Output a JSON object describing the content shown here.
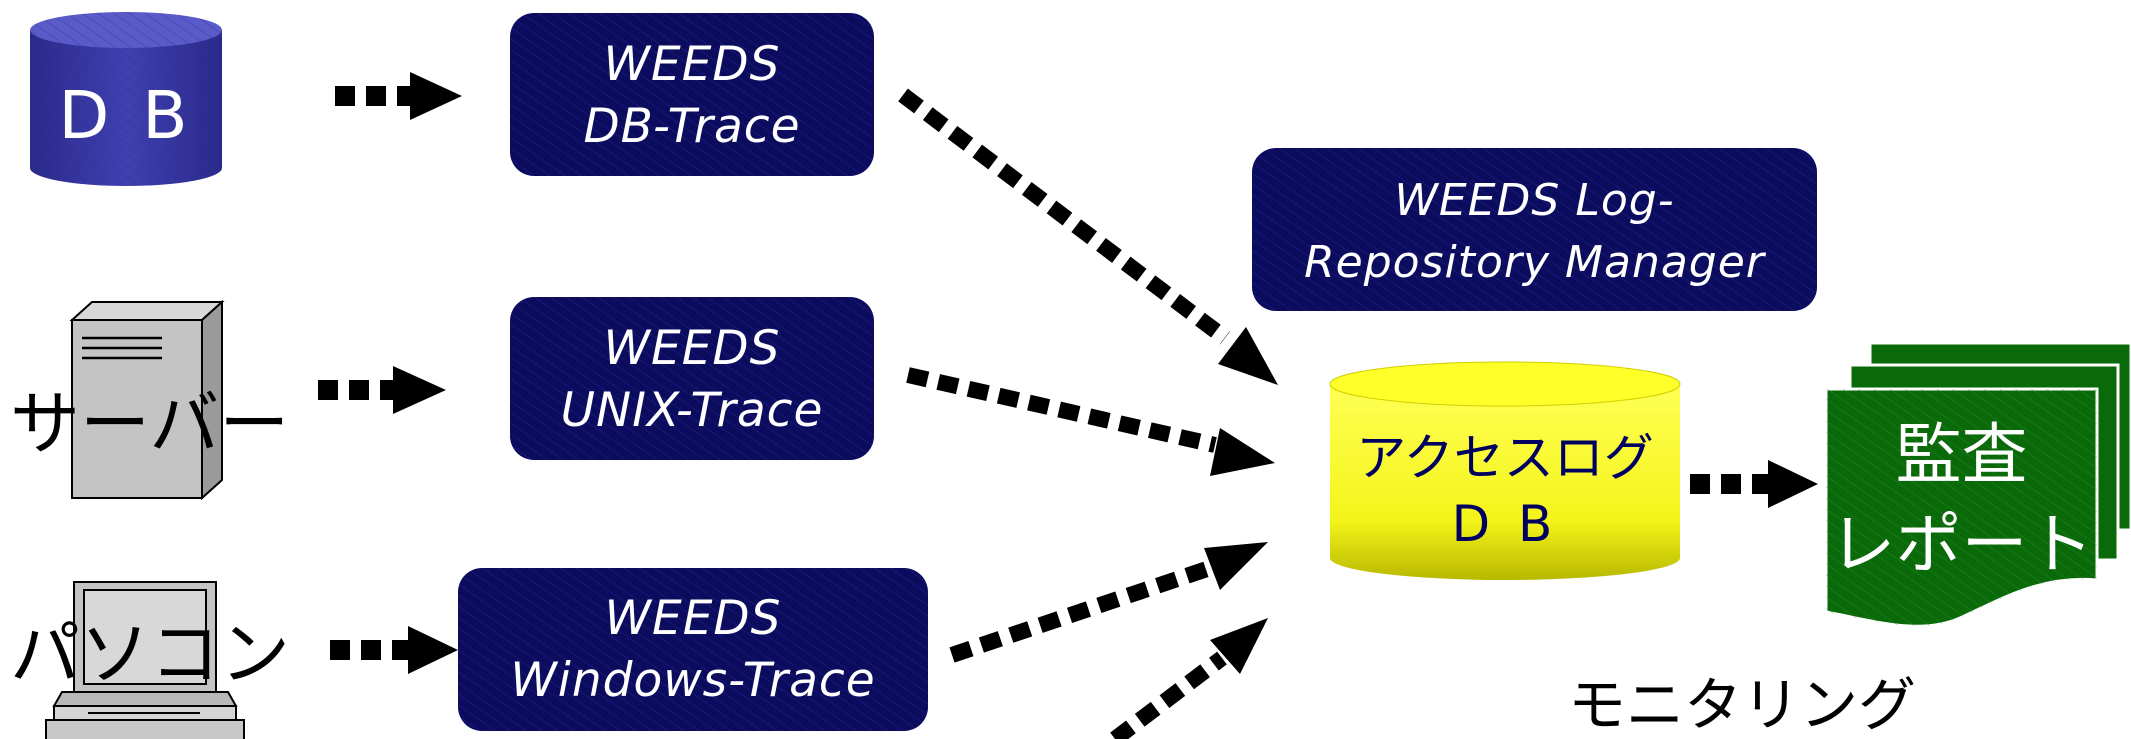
{
  "sources": {
    "db_label": "D B",
    "server_label": "サーバー",
    "pc_label": "パソコン"
  },
  "products": {
    "db_trace": {
      "line1": "WEEDS",
      "line2": "DB-Trace"
    },
    "unix_trace": {
      "line1": "WEEDS",
      "line2": "UNIX-Trace"
    },
    "windows_trace": {
      "line1": "WEEDS",
      "line2": "Windows-Trace"
    },
    "log_repository": {
      "line1": "WEEDS Log-",
      "line2": "Repository Manager"
    }
  },
  "access_log_db": {
    "line1": "アクセスログ",
    "line2": "D B"
  },
  "audit_report": {
    "line1": "監査",
    "line2": "レポート"
  },
  "monitoring_label": "モニタリング",
  "colors": {
    "product_box": "#0c0c5e",
    "db_cylinder": "#33339a",
    "access_db": "#ffff1a",
    "report": "#0a6a0a",
    "arrow": "#000000"
  }
}
